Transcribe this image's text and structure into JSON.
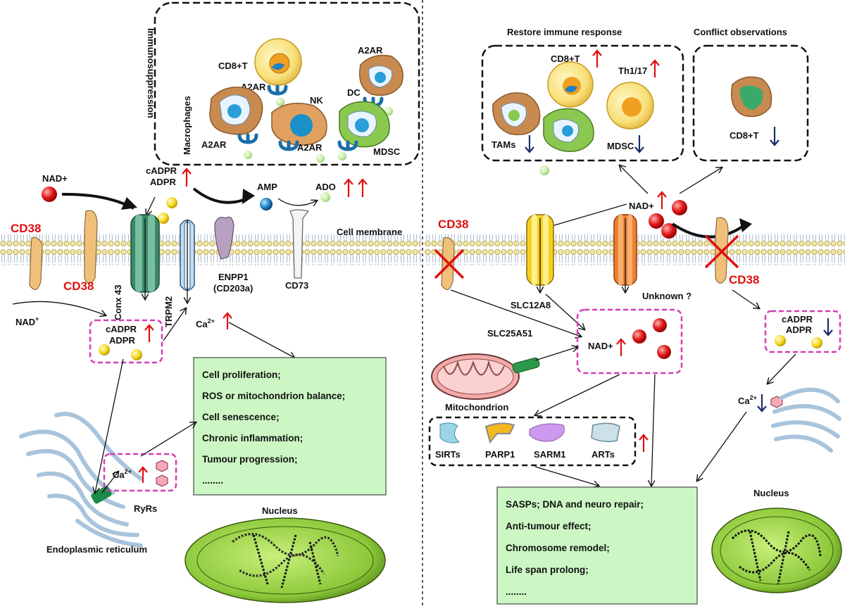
{
  "left": {
    "immunosuppression_title": "Immunosuppression",
    "cells": {
      "cd8t": "CD8+T",
      "macrophages": "Macrophages",
      "nk": "NK",
      "dc": "DC",
      "mdsc": "MDSC",
      "a2ar_cd8": "A2AR",
      "a2ar_mac": "A2AR",
      "a2ar_nk": "A2AR",
      "a2ar_dc": "A2AR"
    },
    "nad_plus": "NAD+",
    "cadpr": "cADPR",
    "adpr": "ADPR",
    "amp": "AMP",
    "ado": "ADO",
    "cd38_top": "CD38",
    "cd38_mid": "CD38",
    "cell_membrane": "Cell membrane",
    "conx43": "Conx 43",
    "trpm2": "TRPM2",
    "enpp1_line1": "ENPP1",
    "enpp1_line2": "(CD203a)",
    "cd73": "CD73",
    "nad_plus_super": "NAD",
    "inner_cadpr": "cADPR",
    "inner_adpr": "ADPR",
    "ca": "Ca",
    "ca_er": "Ca",
    "ryrs": "RyRs",
    "er": "Endoplasmic reticulum",
    "nucleus": "Nucleus",
    "effects": [
      "Cell proliferation;",
      "ROS or mitochondrion balance;",
      "Cell senescence;",
      "Chronic inflammation;",
      "Tumour progression;",
      "........"
    ]
  },
  "right": {
    "restore_title": "Restore immune response",
    "conflict_title": "Conflict observations",
    "cd8t": "CD8+T",
    "th117": "Th1/17",
    "tams": "TAMs",
    "mdsc": "MDSC",
    "conflict_cd8t": "CD8+T",
    "nad_plus": "NAD+",
    "cd38_left": "CD38",
    "cd38_right": "CD38",
    "slc12a8": "SLC12A8",
    "unknown": "Unknown ?",
    "slc25a51": "SLC25A51",
    "mitochondrion": "Mitochondrion",
    "nad_inner": "NAD+",
    "cadpr": "cADPR",
    "adpr": "ADPR",
    "ca": "Ca",
    "enzymes": [
      "SIRTs",
      "PARP1",
      "SARM1",
      "ARTs"
    ],
    "nucleus": "Nucleus",
    "effects": [
      "SASPs; DNA and neuro repair;",
      "Anti-tumour effect;",
      "Chromosome remodel;",
      "Life span prolong;",
      "........"
    ]
  },
  "colors": {
    "red_label": "#e01010",
    "up_arrow": "#e01010",
    "down_arrow": "#1a2b6b",
    "effect_box": "#ccf7c4",
    "magenta_dash": "#d63cb5",
    "membrane_head": "#f2e6a0"
  }
}
